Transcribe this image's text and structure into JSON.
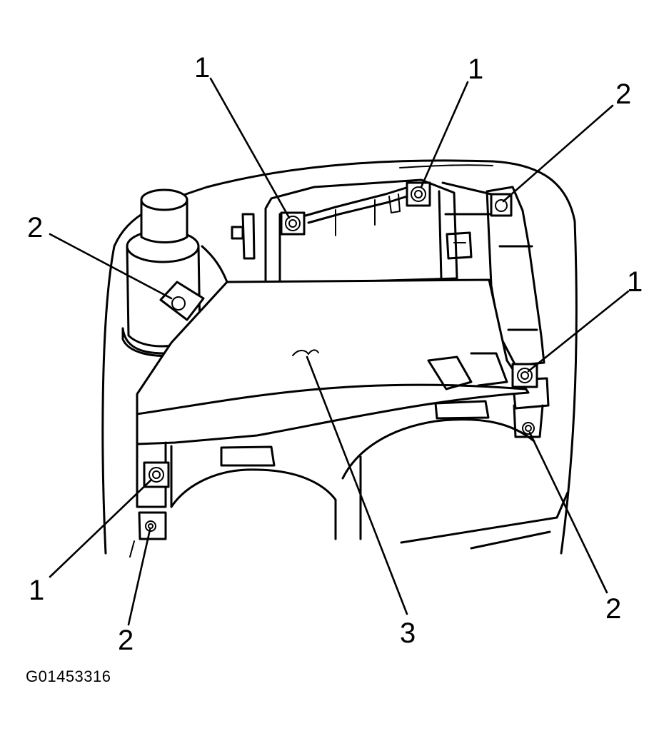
{
  "figure_id": "G01453316",
  "callouts": [
    "1",
    "1",
    "2",
    "2",
    "1",
    "1",
    "2",
    "2",
    "3"
  ],
  "colors": {
    "ink": "#000000",
    "paper": "#ffffff"
  }
}
